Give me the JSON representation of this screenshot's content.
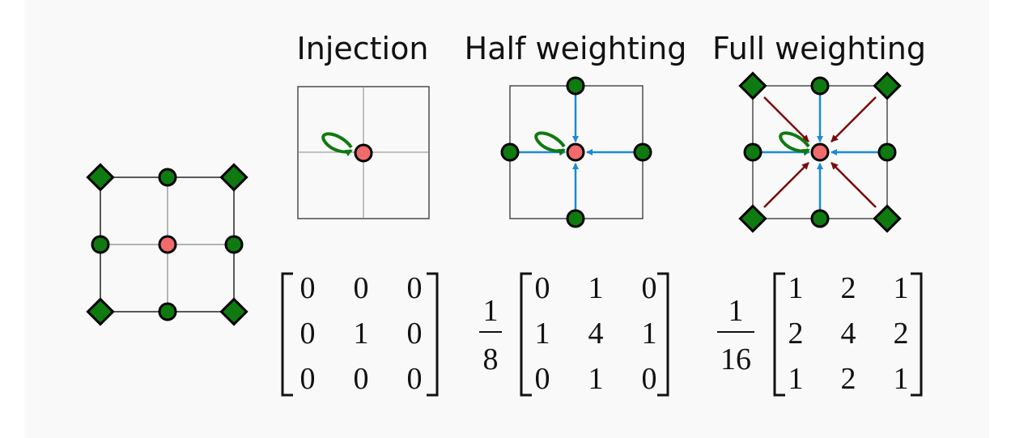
{
  "titles": {
    "injection": "Injection",
    "half": "Half weighting",
    "full": "Full weighting"
  },
  "matrices": {
    "injection": {
      "prefactor_num": "",
      "prefactor_den": "",
      "rows": [
        [
          "0",
          "0",
          "0"
        ],
        [
          "0",
          "1",
          "0"
        ],
        [
          "0",
          "0",
          "0"
        ]
      ]
    },
    "half": {
      "prefactor_num": "1",
      "prefactor_den": "8",
      "rows": [
        [
          "0",
          "1",
          "0"
        ],
        [
          "1",
          "4",
          "1"
        ],
        [
          "0",
          "1",
          "0"
        ]
      ]
    },
    "full": {
      "prefactor_num": "1",
      "prefactor_den": "16",
      "rows": [
        [
          "1",
          "2",
          "1"
        ],
        [
          "2",
          "4",
          "2"
        ],
        [
          "1",
          "2",
          "1"
        ]
      ]
    }
  },
  "colors": {
    "node_green": "#0f7a0f",
    "center_red": "#f26b6b",
    "arrow_blue": "#1a8ad8",
    "arrow_darkred": "#7a0a0a",
    "arrow_green": "#0f7a0f"
  },
  "icons": {
    "coarse_corner": "diamond-node-icon",
    "edge_node": "circle-node-icon",
    "center_node": "center-node-icon"
  }
}
